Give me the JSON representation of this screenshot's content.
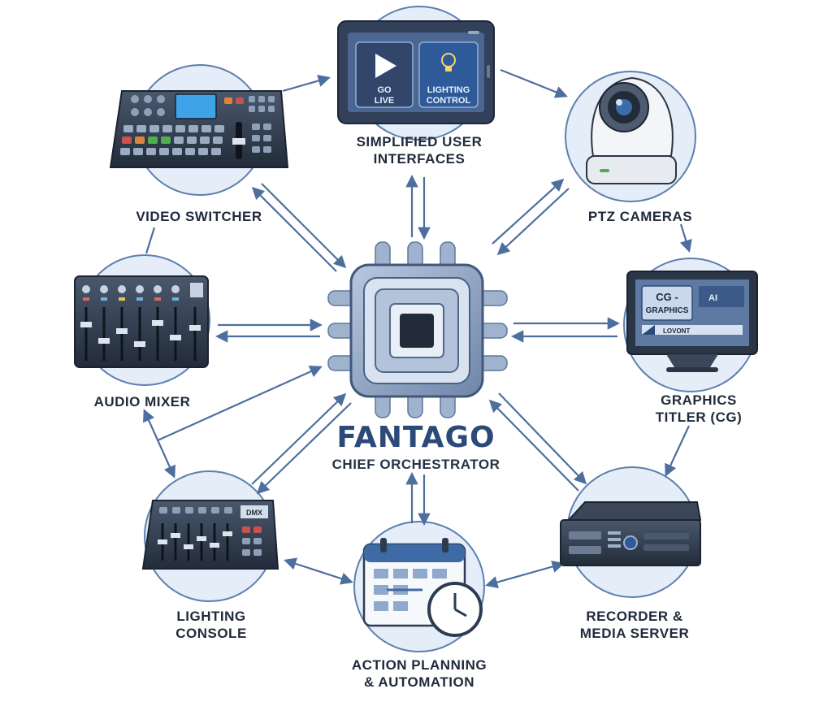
{
  "center": {
    "title": "FANTAGO",
    "subtitle": "CHIEF ORCHESTRATOR"
  },
  "nodes": {
    "ui": {
      "line1": "SIMPLIFIED USER",
      "line2": "INTERFACES",
      "icon": "tablet-icon",
      "buttons": {
        "go_line1": "GO",
        "go_line2": "LIVE",
        "light_line1": "LIGHTING",
        "light_line2": "CONTROL"
      }
    },
    "ptz": {
      "line1": "PTZ CAMERAS",
      "line2": "",
      "icon": "ptz-camera-icon"
    },
    "graphics": {
      "line1": "GRAPHICS",
      "line2": "TITLER (CG)",
      "icon": "monitor-icon",
      "screen_title_1": "CG -",
      "screen_title_2": "GRAPHICS",
      "screen_ai": "AI",
      "screen_bar": "LOVONT"
    },
    "recorder": {
      "line1": "RECORDER &",
      "line2": "MEDIA SERVER",
      "icon": "rack-server-icon"
    },
    "planning": {
      "line1": "ACTION PLANNING",
      "line2": "& AUTOMATION",
      "icon": "calendar-clock-icon"
    },
    "lighting": {
      "line1": "LIGHTING",
      "line2": "CONSOLE",
      "icon": "lighting-console-icon",
      "panel_text": "DMX"
    },
    "audio": {
      "line1": "AUDIO MIXER",
      "line2": "",
      "icon": "audio-mixer-icon"
    },
    "video": {
      "line1": "VIDEO SWITCHER",
      "line2": "",
      "icon": "video-switcher-icon"
    }
  },
  "colors": {
    "arrow": "#4d6f9e",
    "circle_fill": "#e4edf8",
    "circle_stroke": "#5c7fae",
    "device_dark": "#2e3a4c",
    "accent_blue": "#3a5f95"
  }
}
